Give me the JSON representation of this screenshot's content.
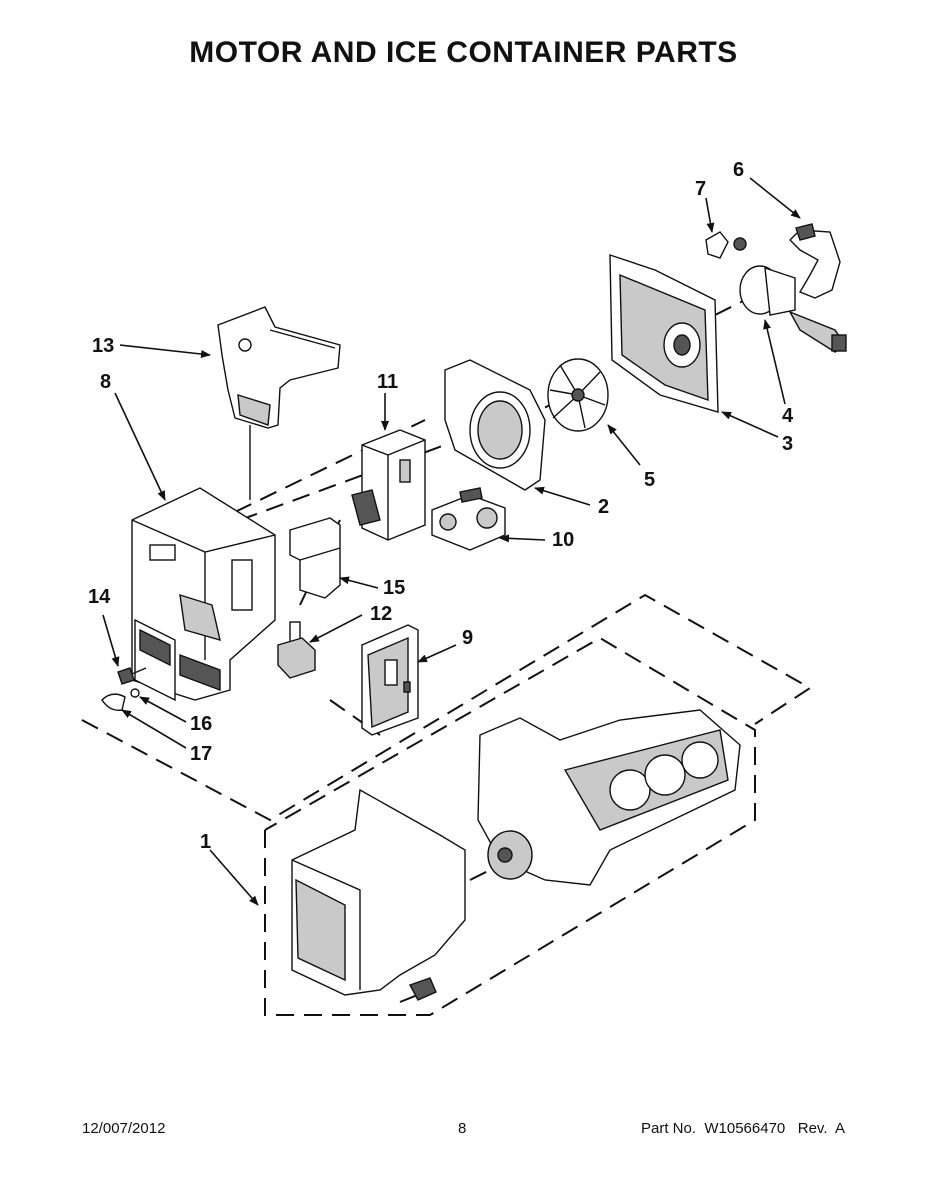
{
  "title": "MOTOR AND ICE CONTAINER PARTS",
  "callouts": {
    "c1": "1",
    "c2": "2",
    "c3": "3",
    "c4": "4",
    "c5": "5",
    "c6": "6",
    "c7": "7",
    "c8": "8",
    "c9": "9",
    "c10": "10",
    "c11": "11",
    "c12": "12",
    "c13": "13",
    "c14": "14",
    "c15": "15",
    "c16": "16",
    "c17": "17"
  },
  "footer": {
    "date": "12/007/2012",
    "page": "8",
    "part_no": "Part No.  W10566470   Rev.  A"
  }
}
